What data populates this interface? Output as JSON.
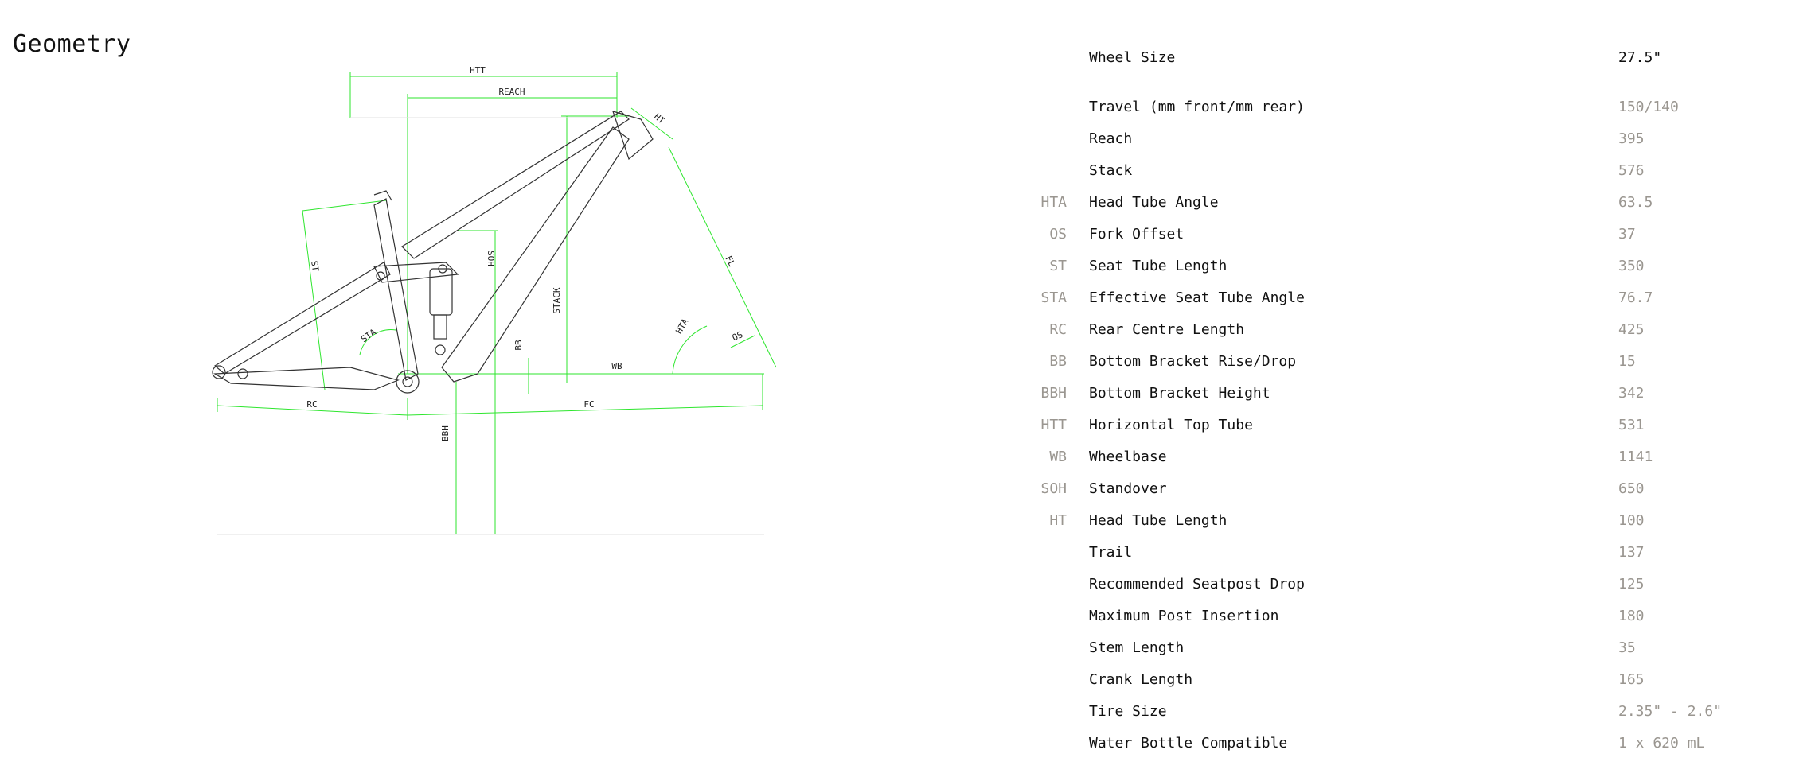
{
  "page": {
    "title": "Geometry"
  },
  "diagram": {
    "labels": {
      "htt": "HTT",
      "reach": "REACH",
      "ht": "HT",
      "fl": "FL",
      "st": "ST",
      "soh": "SOH",
      "stack": "STACK",
      "sta": "STA",
      "bb": "BB",
      "hta": "HTA",
      "os": "OS",
      "wb": "WB",
      "rc": "RC",
      "fc": "FC",
      "bbh": "BBH"
    },
    "colors": {
      "dimension": "#2ee62e",
      "frame": "#333333"
    }
  },
  "geometry": {
    "rows": [
      {
        "abbr": "",
        "label": "Wheel Size",
        "value": "27.5\""
      },
      {
        "abbr": "",
        "label": "Travel (mm front/mm rear)",
        "value": "150/140"
      },
      {
        "abbr": "",
        "label": "Reach",
        "value": "395"
      },
      {
        "abbr": "",
        "label": "Stack",
        "value": "576"
      },
      {
        "abbr": "HTA",
        "label": "Head Tube Angle",
        "value": "63.5"
      },
      {
        "abbr": "OS",
        "label": "Fork Offset",
        "value": "37"
      },
      {
        "abbr": "ST",
        "label": "Seat Tube Length",
        "value": "350"
      },
      {
        "abbr": "STA",
        "label": "Effective Seat Tube Angle",
        "value": "76.7"
      },
      {
        "abbr": "RC",
        "label": "Rear Centre Length",
        "value": "425"
      },
      {
        "abbr": "BB",
        "label": "Bottom Bracket Rise/Drop",
        "value": "15"
      },
      {
        "abbr": "BBH",
        "label": "Bottom Bracket Height",
        "value": "342"
      },
      {
        "abbr": "HTT",
        "label": "Horizontal Top Tube",
        "value": "531"
      },
      {
        "abbr": "WB",
        "label": "Wheelbase",
        "value": "1141"
      },
      {
        "abbr": "SOH",
        "label": "Standover",
        "value": "650"
      },
      {
        "abbr": "HT",
        "label": "Head Tube Length",
        "value": "100"
      },
      {
        "abbr": "",
        "label": "Trail",
        "value": "137"
      },
      {
        "abbr": "",
        "label": "Recommended Seatpost Drop",
        "value": "125"
      },
      {
        "abbr": "",
        "label": "Maximum Post Insertion",
        "value": "180"
      },
      {
        "abbr": "",
        "label": "Stem Length",
        "value": "35"
      },
      {
        "abbr": "",
        "label": "Crank Length",
        "value": "165"
      },
      {
        "abbr": "",
        "label": "Tire Size",
        "value": "2.35\" - 2.6\""
      },
      {
        "abbr": "",
        "label": "Water Bottle Compatible",
        "value": "1 x 620 mL"
      }
    ]
  }
}
